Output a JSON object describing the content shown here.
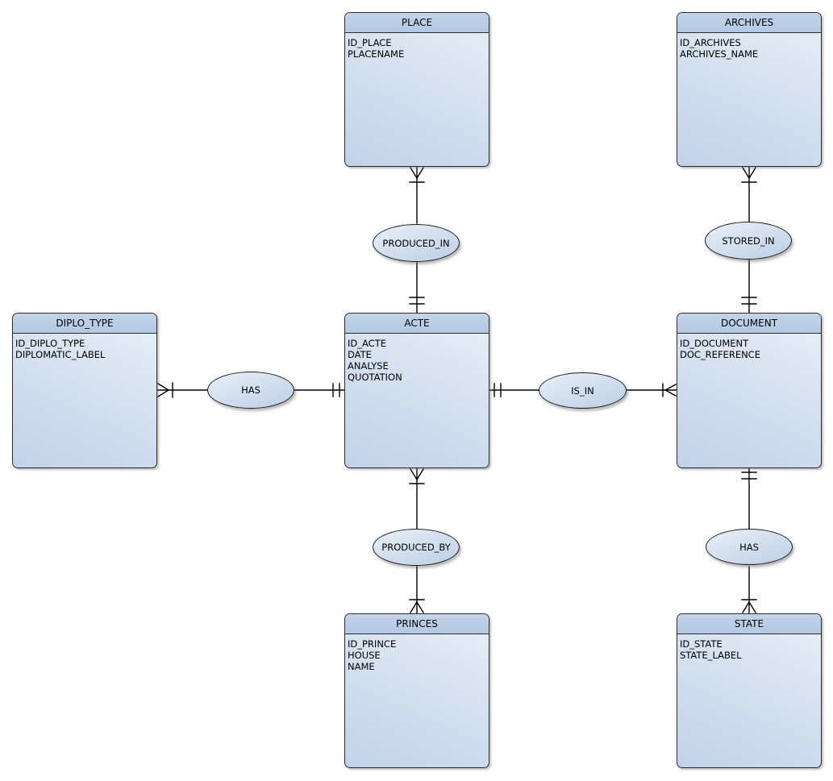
{
  "diagram": {
    "type": "entity-relationship-diagram",
    "notation": "crow-foot",
    "colors": {
      "background": "#ffffff",
      "entity_header": "#b9cde5",
      "entity_body_light": "#e9f0f8",
      "entity_body_dark": "#c3d2e9",
      "shape_border": "#2c2c2c",
      "connector_line": "#000000",
      "text": "#000000"
    },
    "entities": [
      {
        "name": "PLACE",
        "attributes": [
          "ID_PLACE",
          "PLACENAME"
        ]
      },
      {
        "name": "ARCHIVES",
        "attributes": [
          "ID_ARCHIVES",
          "ARCHIVES_NAME"
        ]
      },
      {
        "name": "DIPLO_TYPE",
        "attributes": [
          "ID_DIPLO_TYPE",
          "DIPLOMATIC_LABEL"
        ]
      },
      {
        "name": "ACTE",
        "attributes": [
          "ID_ACTE",
          "DATE",
          "ANALYSE",
          "QUOTATION"
        ]
      },
      {
        "name": "DOCUMENT",
        "attributes": [
          "ID_DOCUMENT",
          "DOC_REFERENCE"
        ]
      },
      {
        "name": "PRINCES",
        "attributes": [
          "ID_PRINCE",
          "HOUSE",
          "NAME"
        ]
      },
      {
        "name": "STATE",
        "attributes": [
          "ID_STATE",
          "STATE_LABEL"
        ]
      }
    ],
    "relationships": [
      {
        "label": "PRODUCED_IN",
        "entity_a": "PLACE",
        "marker_a": "crow-foot-with-bar",
        "entity_b": "ACTE",
        "marker_b": "double-bar"
      },
      {
        "label": "STORED_IN",
        "entity_a": "ARCHIVES",
        "marker_a": "crow-foot-with-bar",
        "entity_b": "DOCUMENT",
        "marker_b": "double-bar"
      },
      {
        "label": "HAS",
        "entity_a": "DIPLO_TYPE",
        "marker_a": "crow-foot-with-bar",
        "entity_b": "ACTE",
        "marker_b": "double-bar"
      },
      {
        "label": "IS_IN",
        "entity_a": "ACTE",
        "marker_a": "double-bar",
        "entity_b": "DOCUMENT",
        "marker_b": "crow-foot-with-bar"
      },
      {
        "label": "PRODUCED_BY",
        "entity_a": "ACTE",
        "marker_a": "crow-foot-with-bar",
        "entity_b": "PRINCES",
        "marker_b": "crow-foot-with-bar"
      },
      {
        "label": "HAS",
        "entity_a": "DOCUMENT",
        "marker_a": "double-bar",
        "entity_b": "STATE",
        "marker_b": "crow-foot-with-bar"
      }
    ]
  }
}
